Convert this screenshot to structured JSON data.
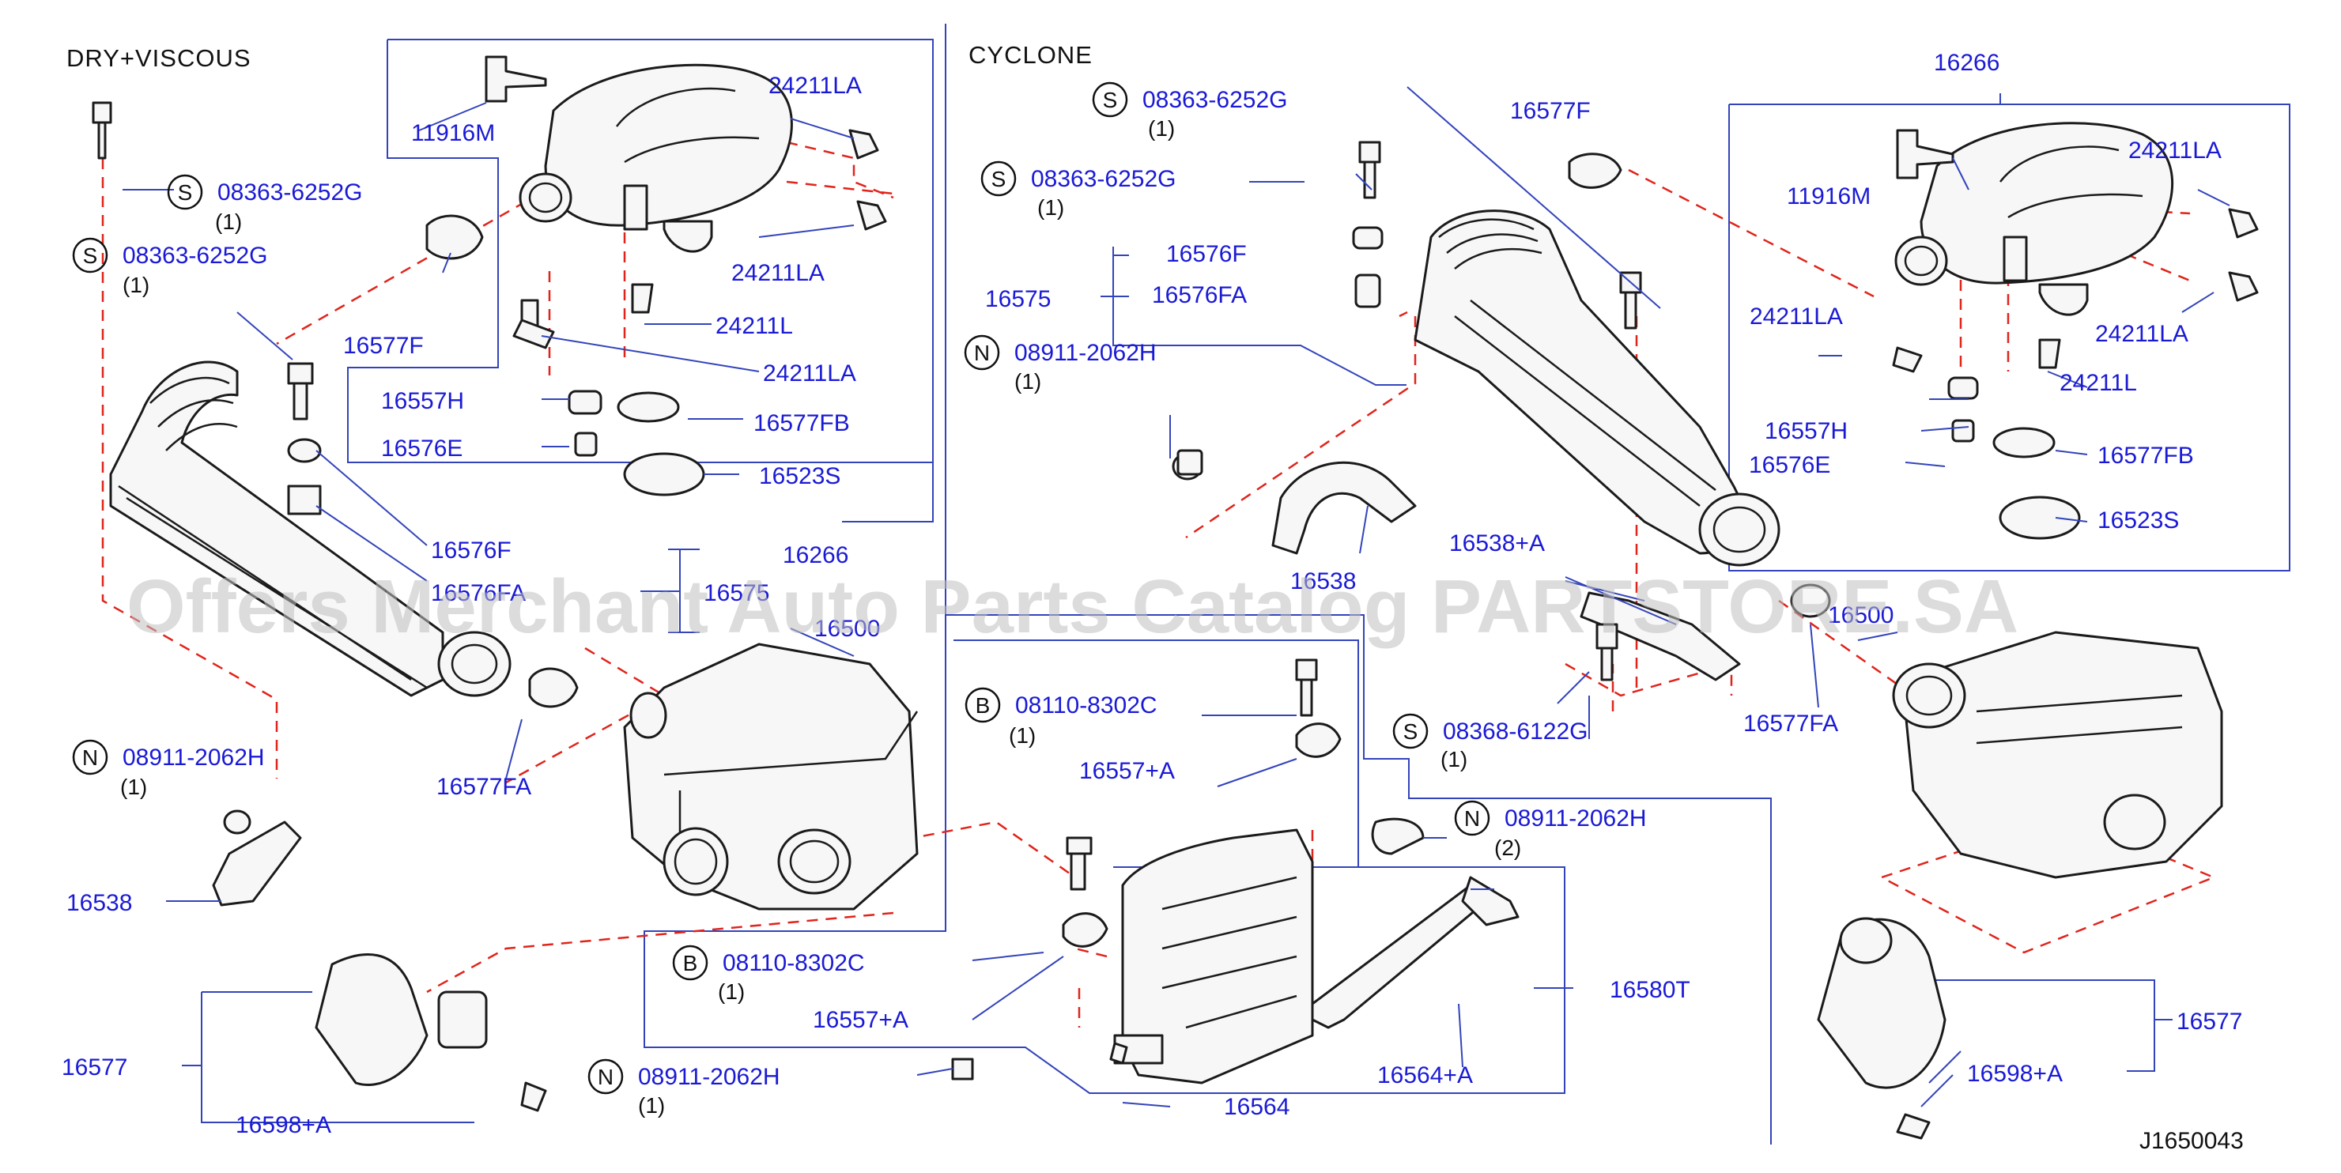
{
  "sections": {
    "left": "DRY+VISCOUS",
    "right": "CYCLONE"
  },
  "watermark": "Offers Merchant Auto Parts Catalog PARTSTORE.SA",
  "diagram_code": "J1650043",
  "colors": {
    "label": "#1a1ad6",
    "leader": "#3344bb",
    "dash": "#e0241b",
    "part": "#1b1b1b"
  },
  "labels": [
    "11916M",
    "24211LA",
    "24211LA",
    "24211L",
    "24211LA",
    "16577F",
    "16557H",
    "16576E",
    "16577FB",
    "16523S",
    "16266",
    "16576F",
    "16576FA",
    "16575",
    "16500",
    "16577FA",
    "16538",
    "16577",
    "16598+A",
    "16577F",
    "16576F",
    "16576FA",
    "16575",
    "16538",
    "16538+A",
    "08368-6122G",
    "16266",
    "11916M",
    "24211LA",
    "24211LA",
    "24211LA",
    "24211L",
    "16557H",
    "16576E",
    "16577FB",
    "16523S",
    "16500",
    "16577FA",
    "16577",
    "16598+A",
    "08110-8302C",
    "16557+A",
    "08110-8302C",
    "16557+A",
    "08911-2062H",
    "08911-2062H",
    "16580T",
    "16564",
    "16564+A"
  ],
  "refs": [
    {
      "badge": "S",
      "code": "08363-6252G",
      "qty": "(1)"
    },
    {
      "badge": "S",
      "code": "08363-6252G",
      "qty": "(1)"
    },
    {
      "badge": "N",
      "code": "08911-2062H",
      "qty": "(1)"
    },
    {
      "badge": "S",
      "code": "08363-6252G",
      "qty": "(1)"
    },
    {
      "badge": "S",
      "code": "08363-6252G",
      "qty": "(1)"
    },
    {
      "badge": "N",
      "code": "08911-2062H",
      "qty": "(1)"
    },
    {
      "badge": "S",
      "code": "",
      "qty": "(1)"
    },
    {
      "badge": "B",
      "code": "",
      "qty": "(1)"
    },
    {
      "badge": "B",
      "code": "",
      "qty": "(1)"
    },
    {
      "badge": "N",
      "code": "",
      "qty": "(2)"
    },
    {
      "badge": "N",
      "code": "",
      "qty": "(1)"
    }
  ]
}
